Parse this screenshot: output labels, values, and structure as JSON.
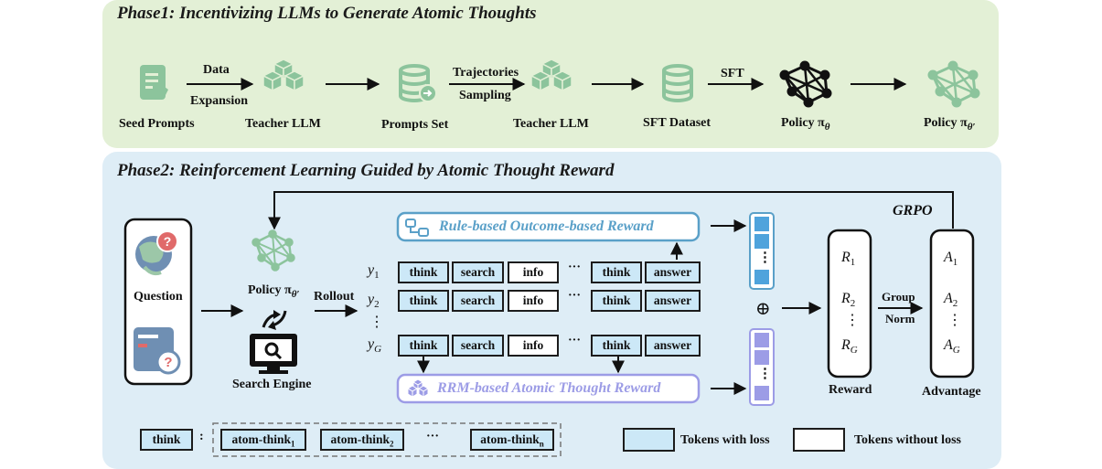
{
  "colors": {
    "phase1_bg": "#e3f0d6",
    "phase2_bg": "#deedf6",
    "green_icon": "#8cc49c",
    "token_loss": "#cce8f7",
    "rule_reward": "#5aa0c8",
    "rrm_reward": "#8e8ee0"
  },
  "phase1": {
    "title": "Phase1: Incentivizing LLMs to Generate Atomic Thoughts",
    "seed_prompts": "Seed Prompts",
    "data": "Data",
    "expansion": "Expansion",
    "teacher_llm": "Teacher LLM",
    "prompts_set": "Prompts Set",
    "trajectories": "Trajectories",
    "sampling": "Sampling",
    "sft_dataset": "SFT Dataset",
    "sft": "SFT",
    "policy": "Policy π",
    "policy_sub1": "θ",
    "policy_sub2": "θ′"
  },
  "phase2": {
    "title": "Phase2: Reinforcement Learning Guided by Atomic Thought Reward",
    "grpo": "GRPO",
    "question": "Question",
    "search_engine": "Search Engine",
    "policy": "Policy π",
    "policy_sub": "θ′",
    "rollout": "Rollout",
    "rule_reward": "Rule-based Outcome-based Reward",
    "rrm_reward": "RRM-based Atomic Thought Reward",
    "y1": "y",
    "y1_sub": "1",
    "y2": "y",
    "y2_sub": "2",
    "yG": "y",
    "yG_sub": "G",
    "vdots": "⋮",
    "tokens": {
      "think": "think",
      "search": "search",
      "info": "info",
      "ellipsis": "···",
      "answer": "answer"
    },
    "oplus": "⊕",
    "reward": {
      "label": "Reward",
      "r1": "R",
      "r1_sub": "1",
      "r2": "R",
      "r2_sub": "2",
      "rG": "R",
      "rG_sub": "G"
    },
    "group_norm_1": "Group",
    "group_norm_2": "Norm",
    "advantage": {
      "label": "Advantage",
      "a1": "A",
      "a1_sub": "1",
      "a2": "A",
      "a2_sub": "2",
      "aG": "A",
      "aG_sub": "G"
    },
    "legend": {
      "think": "think",
      "colon": ":",
      "atom1": "atom-think",
      "atom1_sub": "1",
      "atom2": "atom-think",
      "atom2_sub": "2",
      "dots": "···",
      "atomn": "atom-think",
      "atomn_sub": "n",
      "with_loss": "Tokens with loss",
      "without_loss": "Tokens without loss"
    }
  }
}
